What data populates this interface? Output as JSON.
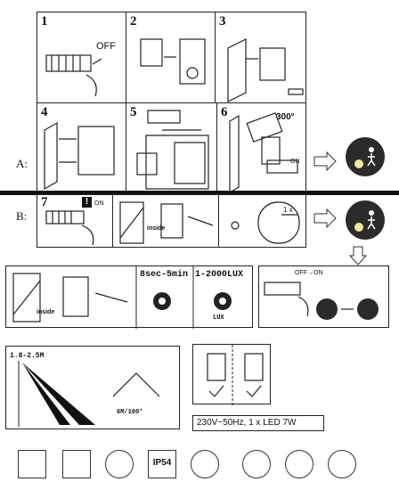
{
  "steps": {
    "s1": {
      "num": "1",
      "text": "OFF"
    },
    "s2": {
      "num": "2"
    },
    "s3": {
      "num": "3"
    },
    "s4": {
      "num": "4"
    },
    "s5": {
      "num": "5"
    },
    "s6": {
      "num": "6",
      "angle": "300°",
      "on": "ON"
    },
    "s7": {
      "num": "7",
      "badge": "!",
      "on": "ON",
      "inside": "inside",
      "onex": "1 x"
    }
  },
  "rows": {
    "a": "A:",
    "b": "B:"
  },
  "settings": {
    "inside": "inside",
    "time": "8sec-5min",
    "lux": "1-2000LUX",
    "lux_small": "LUX",
    "plus": "+",
    "minus": "-",
    "offon": "OFF→ON"
  },
  "detection": {
    "height": "1.8-2.5M",
    "range": "6M/100°"
  },
  "specs": {
    "power": "230V~50Hz, 1 x LED 7W"
  },
  "icons": {
    "ip": "IP54"
  }
}
